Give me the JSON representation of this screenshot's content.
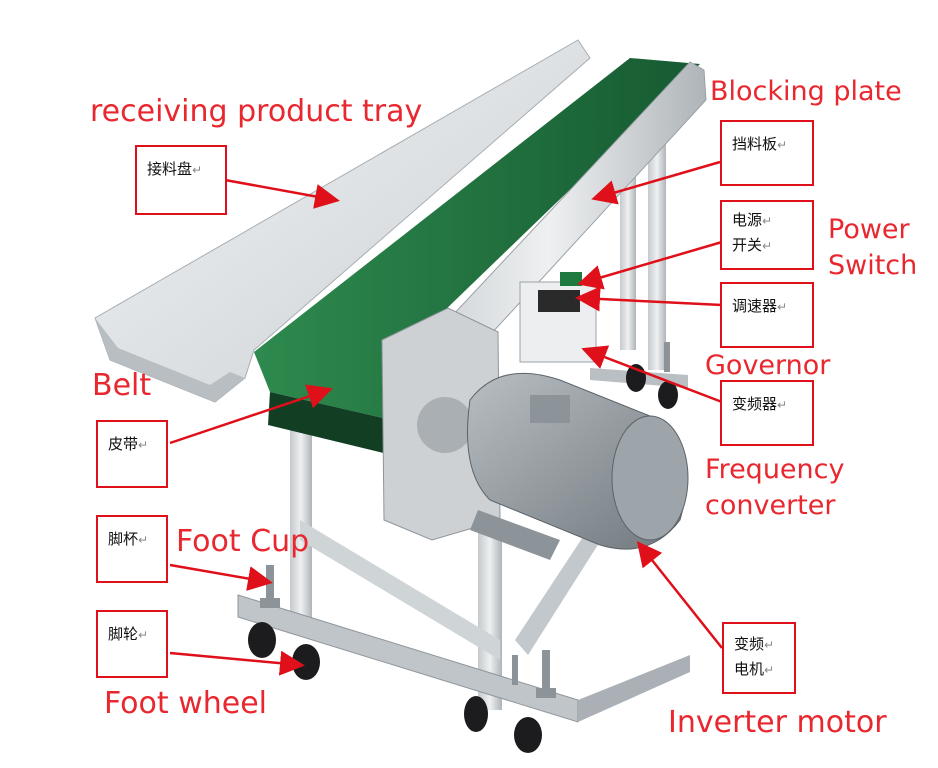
{
  "labels": [
    {
      "id": "receiving-product-tray",
      "en": "receiving product tray",
      "cn": [
        "接料盘"
      ]
    },
    {
      "id": "blocking-plate",
      "en": "Blocking plate",
      "cn": [
        "挡料板"
      ]
    },
    {
      "id": "power-switch",
      "en_lines": [
        "Power",
        "Switch"
      ],
      "cn": [
        "电源",
        "开关"
      ]
    },
    {
      "id": "governor",
      "en": "Governor",
      "cn": [
        "调速器"
      ]
    },
    {
      "id": "frequency-converter",
      "en_lines": [
        "Frequency",
        "converter"
      ],
      "cn": [
        "变频器"
      ]
    },
    {
      "id": "belt",
      "en": "Belt",
      "cn": [
        "皮带"
      ]
    },
    {
      "id": "foot-cup",
      "en": "Foot Cup",
      "cn": [
        "脚杯"
      ]
    },
    {
      "id": "foot-wheel",
      "en": "Foot wheel",
      "cn": [
        "脚轮"
      ]
    },
    {
      "id": "inverter-motor",
      "en": "Inverter motor",
      "cn": [
        "变频",
        "电机"
      ]
    }
  ],
  "return_mark": "↵",
  "colors": {
    "label": "#e8272f",
    "belt": "#1f6b3c",
    "frame": "#d9dde0",
    "motor": "#9aa1a6"
  }
}
